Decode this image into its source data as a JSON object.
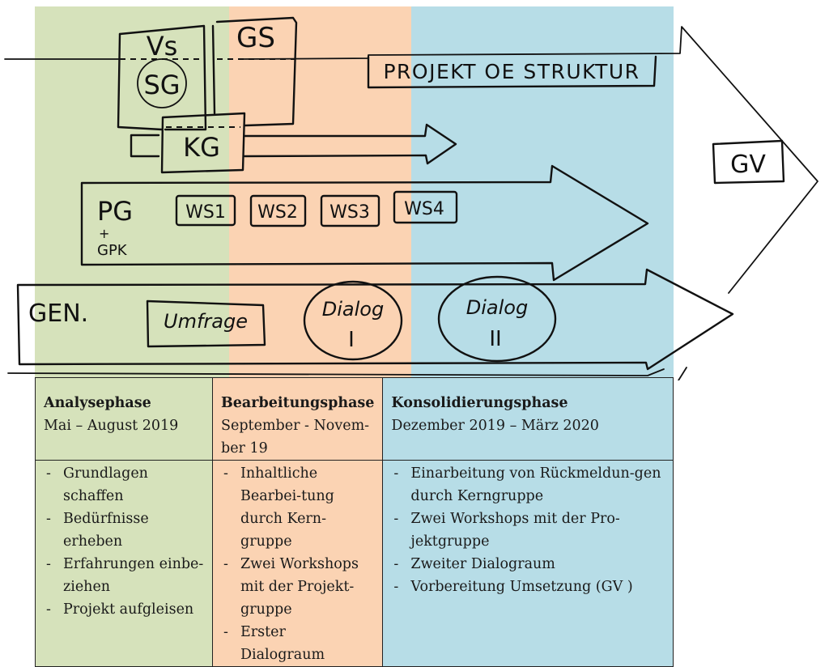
{
  "colors": {
    "analyse": "#d6e2bb",
    "bearbeitung": "#fbd3b3",
    "konsolidierung": "#b7dde7",
    "ink": "#111111"
  },
  "diagram": {
    "labels": {
      "vs": "Vs",
      "sg": "SG",
      "gs": "GS",
      "projekt_oe_struktur": "PROJEKT OE STRUKTUR",
      "kg": "KG",
      "gv": "GV",
      "pg": "PG",
      "plus": "+",
      "gpk": "GPK",
      "ws1": "WS1",
      "ws2": "WS2",
      "ws3": "WS3",
      "ws4": "WS4",
      "gen": "GEN.",
      "umfrage": "Umfrage",
      "dialog1_title": "Dialog",
      "dialog1_num": "I",
      "dialog2_title": "Dialog",
      "dialog2_num": "II"
    }
  },
  "table": {
    "phases": [
      {
        "title": "Analysephase",
        "period": "Mai – August 2019",
        "items": [
          "Grundlagen schaffen",
          "Bedürfnisse erheben",
          "Erfahrungen einbe-ziehen",
          "Projekt aufgleisen"
        ]
      },
      {
        "title": "Bearbeitungsphase",
        "period": "September - Novem-ber 19",
        "items": [
          "Inhaltliche Bearbei-tung durch Kern-gruppe",
          "Zwei Workshops mit der Projekt-gruppe",
          "Erster Dialograum"
        ]
      },
      {
        "title": "Konsolidierungsphase",
        "period": "Dezember 2019 – März 2020",
        "items": [
          "Einarbeitung von Rückmeldun-gen durch Kerngruppe",
          "Zwei Workshops mit der Pro-jektgruppe",
          "Zweiter Dialograum",
          "Vorbereitung Umsetzung (GV )"
        ]
      }
    ]
  }
}
